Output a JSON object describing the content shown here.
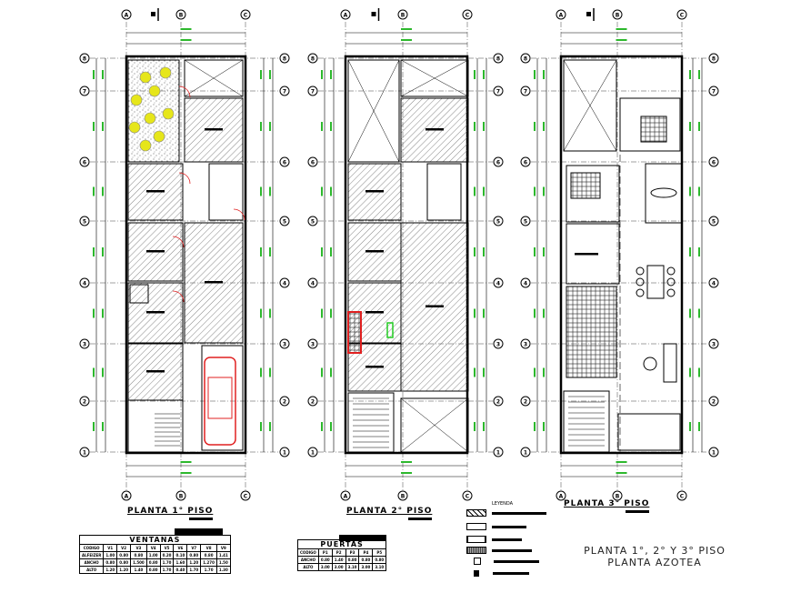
{
  "plans": [
    {
      "title": "PLANTA 1° PISO",
      "columns": [
        "A",
        "B",
        "C"
      ]
    },
    {
      "title": "PLANTA 2° PISO",
      "columns": [
        "A",
        "B",
        "C"
      ]
    },
    {
      "title": "PLANTA 3° PISO",
      "columns": [
        "A",
        "B",
        "C"
      ]
    }
  ],
  "rows": [
    "8",
    "7",
    "6",
    "5",
    "4",
    "3",
    "2",
    "1"
  ],
  "ventanas": {
    "title": "VENTANAS",
    "headers": [
      "CODIGO",
      "V1",
      "V2",
      "V3",
      "V4",
      "V5",
      "V6",
      "V7",
      "V8",
      "V9"
    ],
    "rows": [
      [
        "ALFEIZER",
        "1.00",
        "0.80",
        "0.80",
        "1.00",
        "0.20",
        "0.10",
        "0.80",
        "0.80",
        "1.41"
      ],
      [
        "ANCHO",
        "0.80",
        "0.80",
        "1.500",
        "0.80",
        "1.70",
        "1.60",
        "1.20",
        "1.270",
        "1.50"
      ],
      [
        "ALTO",
        "1.20",
        "1.20",
        "1.40",
        "0.80",
        "1.70",
        "0.40",
        "1.70",
        "1.70",
        "1.30"
      ]
    ]
  },
  "puertas": {
    "title": "PUERTAS",
    "headers": [
      "CODIGO",
      "P1",
      "P2",
      "P3",
      "P4",
      "P5"
    ],
    "rows": [
      [
        "ANCHO",
        "0.80",
        "1.40",
        "0.80",
        "0.80",
        "0.80"
      ],
      [
        "ALTO",
        "3.00",
        "3.00",
        "3.10",
        "3.00",
        "3.10"
      ]
    ]
  },
  "legend": {
    "title": "LEYENDA"
  },
  "main_title": {
    "line1": "PLANTA 1°, 2° Y 3° PISO",
    "line2": "PLANTA AZOTEA"
  },
  "colors": {
    "dimension": "#2db82d",
    "vegetation": "#e6e61a",
    "car": "#e02020",
    "door_swing": "#e02020",
    "hatch": "#555555"
  }
}
